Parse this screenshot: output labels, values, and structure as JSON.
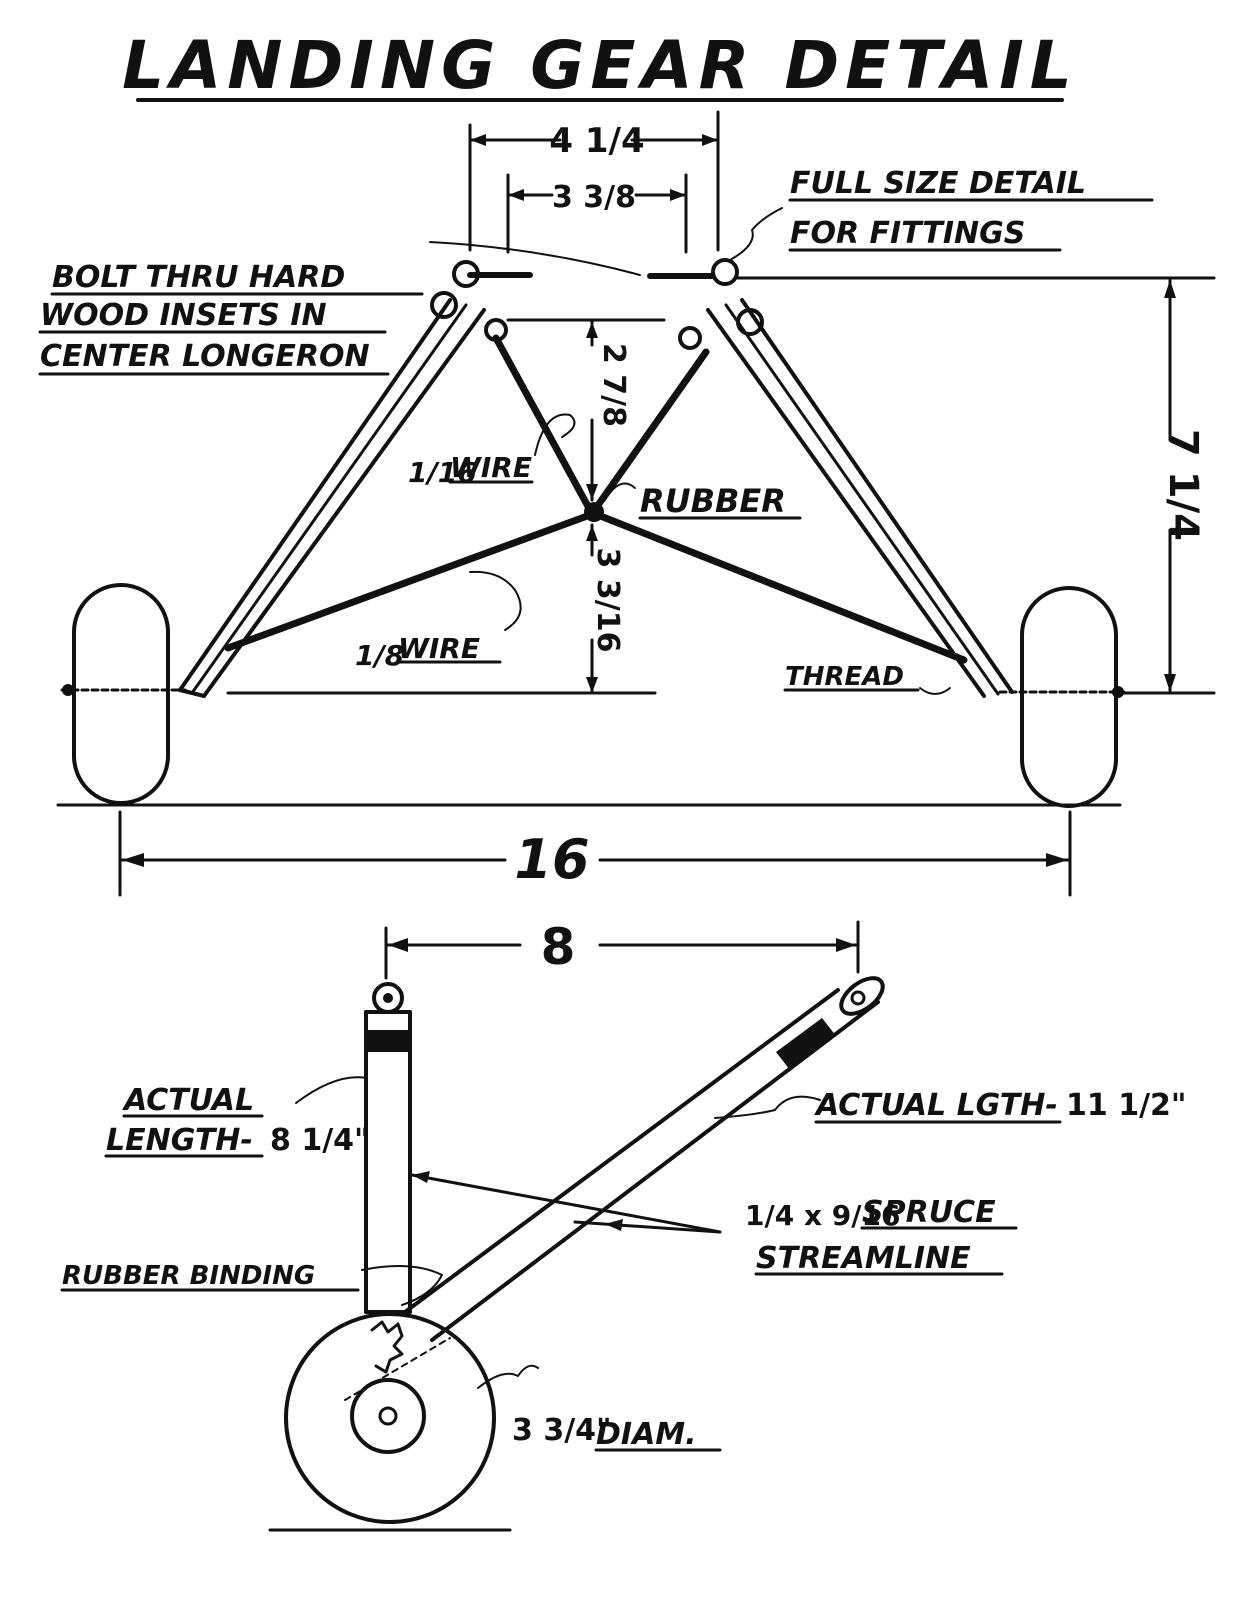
{
  "title": "LANDING GEAR DETAIL",
  "front_view": {
    "notes": {
      "fittings_1": "FULL SIZE DETAIL",
      "fittings_2": "FOR FITTINGS",
      "bolt_1": "BOLT THRU HARD",
      "bolt_2": "WOOD INSETS IN",
      "bolt_3": "CENTER LONGERON",
      "rubber": "RUBBER",
      "wire_upper_size": "1/16",
      "wire_upper": "WIRE",
      "wire_lower_size": "1/8",
      "wire_lower": "WIRE",
      "thread": "THREAD"
    },
    "dimensions": {
      "outer_width": "4 1/4",
      "inner_width": "3 3/8",
      "upper_height": "2 7/8",
      "lower_height": "3 3/16",
      "total_height": "7 1/4",
      "track": "16"
    }
  },
  "side_view": {
    "dimensions": {
      "spread": "8"
    },
    "notes": {
      "actual_1": "ACTUAL",
      "length_label": "LENGTH-",
      "length_value": "8 1/4\"",
      "actual_lgth": "ACTUAL LGTH-",
      "lgth_value": "11 1/2\"",
      "spruce_size": "1/4 x 9/16",
      "spruce": "SPRUCE",
      "streamline": "STREAMLINE",
      "rubber_binding": "RUBBER BINDING",
      "diam_value": "3 3/4\"",
      "diam": "DIAM."
    }
  },
  "colors": {
    "ink": "#111111",
    "paper": "#ffffff"
  }
}
